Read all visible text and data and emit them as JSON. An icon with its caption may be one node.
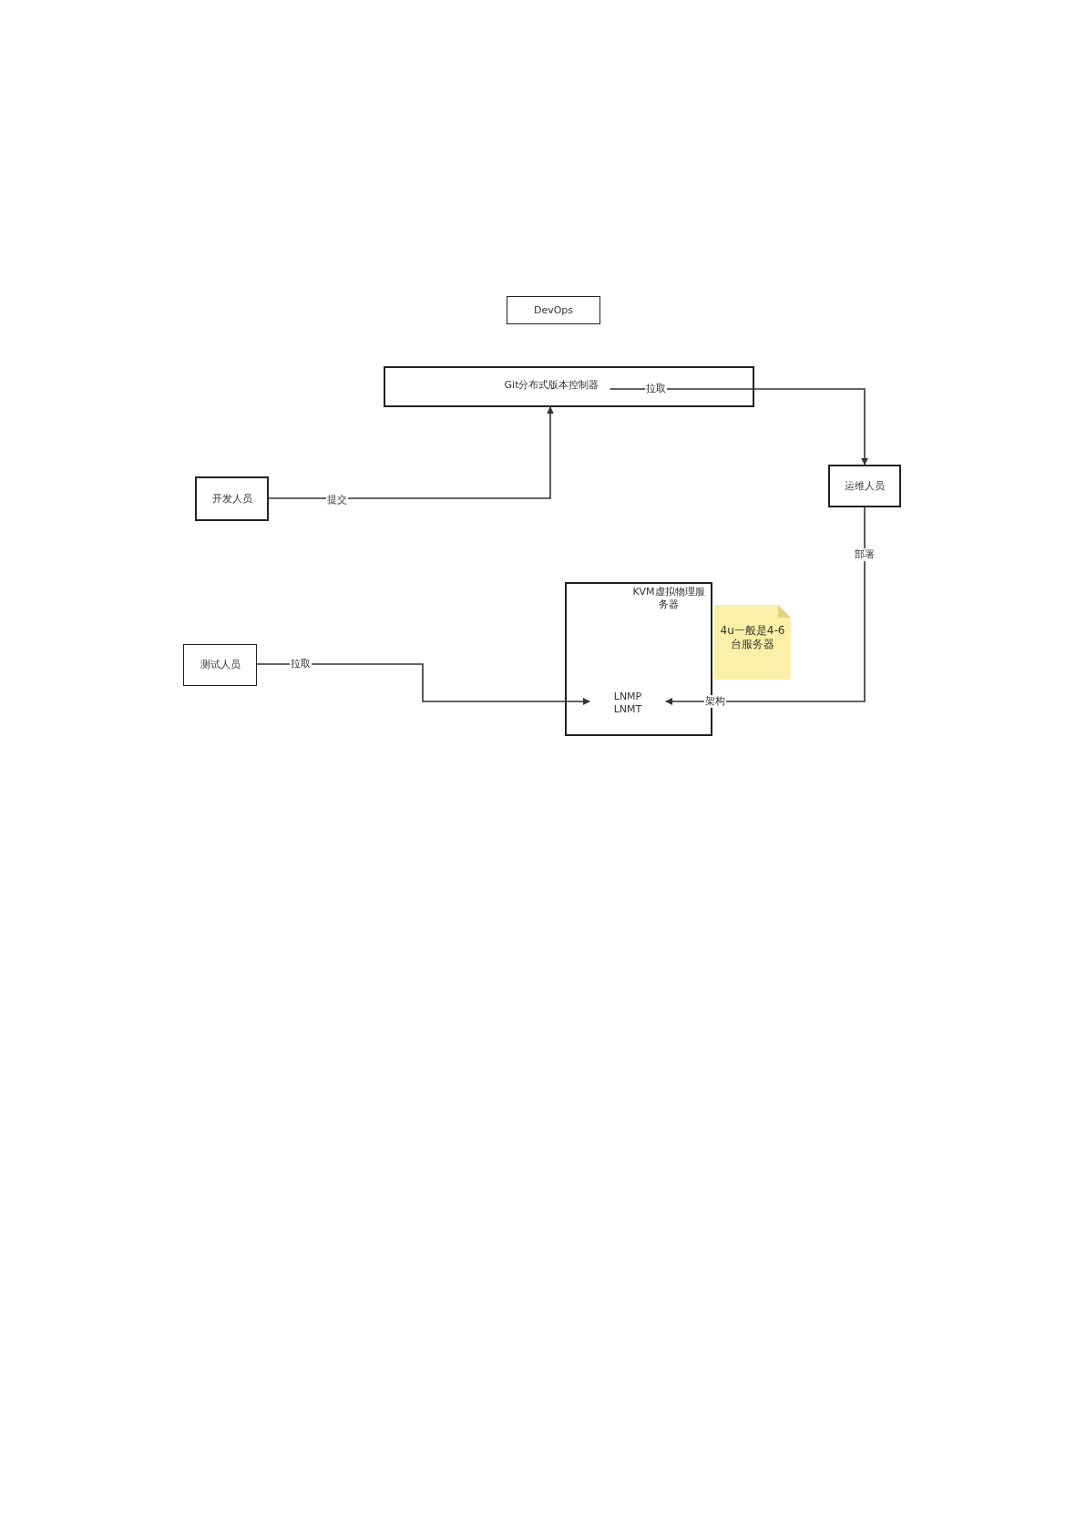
{
  "diagram": {
    "nodes": [
      {
        "text": [
          "DevOps"
        ]
      },
      {
        "text": [
          "Git分布式版本控制器"
        ]
      },
      {
        "text": [
          "开发人员"
        ]
      },
      {
        "text": [
          "运维人员"
        ]
      },
      {
        "text": [
          "KVM虚拟物理服务器"
        ]
      },
      {
        "text": [
          "LNMP LNMT"
        ],
        "in": 4
      },
      {
        "text": [
          "4u一般是4-6台服务器"
        ]
      },
      {
        "text": [
          "测试人员"
        ]
      }
    ],
    "edges": [
      {
        "from": 2,
        "to": 1,
        "arrow": "to",
        "label": "提交"
      },
      {
        "from": 1,
        "to": 3,
        "arrow": "to",
        "label": "拉取"
      },
      {
        "from": 3,
        "to": 5,
        "arrow": "to",
        "label": "部署"
      },
      {
        "from": 7,
        "to": 5,
        "arrow": "to",
        "label": "拉取"
      }
    ],
    "labels": [
      "架构"
    ]
  }
}
